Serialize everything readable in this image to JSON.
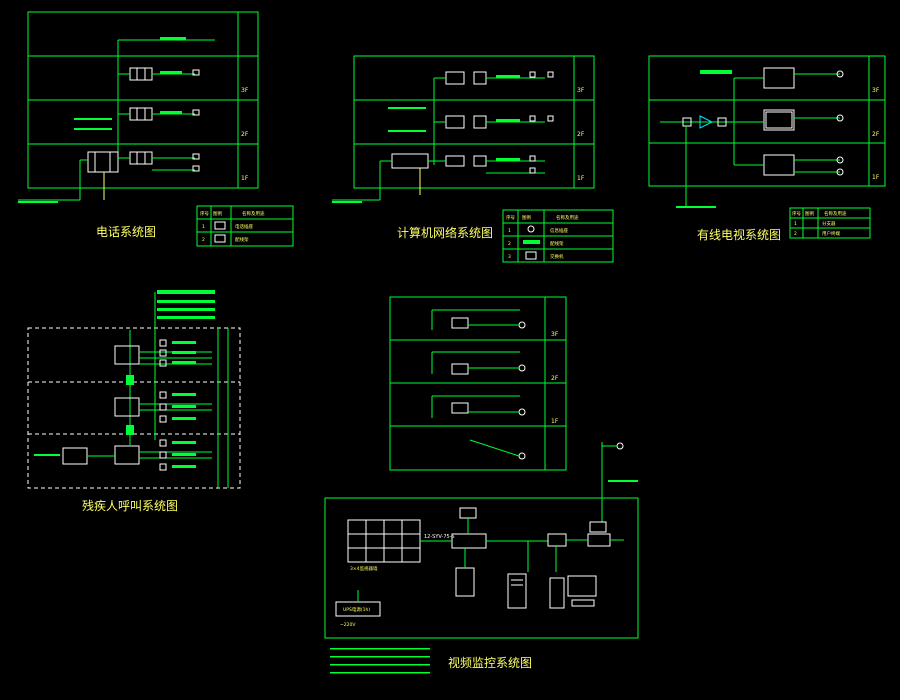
{
  "titles": {
    "telephone": "电话系统图",
    "network": "计算机网络系统图",
    "catv": "有线电视系统图",
    "nurse_call": "残疾人呼叫系统图",
    "cctv": "视频监控系统图"
  },
  "floors": {
    "f3": "3F",
    "f2": "2F",
    "f1": "1F"
  },
  "legend": {
    "header_no": "序号",
    "header_symbol": "图例",
    "header_name": "名称及用途",
    "tel_rows": [
      {
        "no": "1",
        "name": "电话插座"
      },
      {
        "no": "2",
        "name": "配线架"
      }
    ],
    "net_rows": [
      {
        "no": "1",
        "name": "信息插座"
      },
      {
        "no": "2",
        "name": "配线架"
      },
      {
        "no": "3",
        "name": "交换机"
      }
    ],
    "catv_rows": [
      {
        "no": "1",
        "name": "分支器"
      },
      {
        "no": "2",
        "name": "用户终端"
      }
    ]
  },
  "cctv": {
    "cable_label": "12-SYV-75-5",
    "ups_label": "UPS电源(1h)",
    "ac_label": "~220V",
    "wall_label": "3×4监视器墙"
  },
  "colors": {
    "background": "#000000",
    "frame": "#00ff33",
    "text": "#ffff66",
    "device": "#ffffff"
  }
}
